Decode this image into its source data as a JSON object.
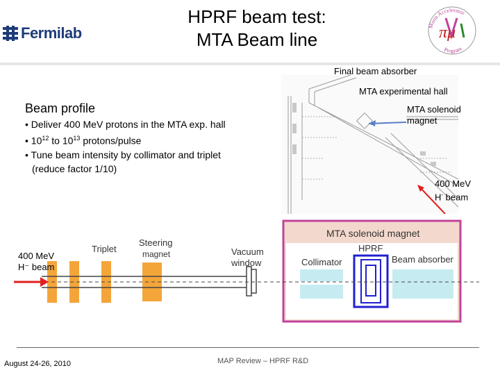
{
  "header": {
    "logo_text": "Fermilab",
    "title_line1": "HPRF beam test:",
    "title_line2": "MTA Beam line",
    "map_logo_arc_text": "Muon Accelerator",
    "map_logo_bottom_text": "Program",
    "map_logo_symbols": "πμ"
  },
  "floor_plan": {
    "final_absorber_label": "Final beam absorber",
    "exp_hall_label": "MTA experimental hall",
    "solenoid_label_line1": "MTA solenoid",
    "solenoid_label_line2": "magnet",
    "beam_label_line1": "400 MeV",
    "beam_label_line2_prefix": "H",
    "beam_label_line2_sup": "-",
    "beam_label_line2_suffix": " beam"
  },
  "beam_profile": {
    "title": "Beam profile",
    "item1": "• Deliver 400 MeV protons in the MTA exp. hall",
    "item2_a": "• 10",
    "item2_sup1": "12",
    "item2_b": " to 10",
    "item2_sup2": "13",
    "item2_c": " protons/pulse",
    "item3_line1": "• Tune beam intensity by collimator and triplet",
    "item3_line2": "(reduce factor 1/10)"
  },
  "beamline": {
    "beam_label_line1": "400 MeV",
    "beam_label_line2": "H⁻ beam",
    "triplet": "Triplet",
    "steering_line1": "Steering",
    "steering_line2": "magnet",
    "vacuum_line1": "Vacuum",
    "vacuum_line2": "window",
    "solenoid_title": "MTA solenoid magnet",
    "hprf": "HPRF",
    "collimator": "Collimator",
    "absorber": "Beam absorber"
  },
  "footer": {
    "date": "August 24-26, 2010",
    "center": "MAP Review – HPRF R&D"
  },
  "colors": {
    "brand": "#1f3c78",
    "magnet_orange": "#f4a53a",
    "solenoid_frame": "#c0449a",
    "solenoid_fill": "#f3d9cd",
    "collimator_cyan": "#c6ecf2",
    "hprf_blue": "#2020d0",
    "beam_red": "#e0201c",
    "arrow_blue": "#5a7ec8"
  }
}
